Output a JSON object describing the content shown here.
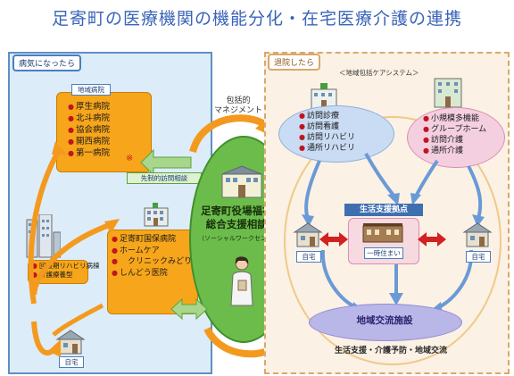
{
  "title": "足寄町の医療機関の機能分化・在宅医療介護の連携",
  "left": {
    "tag": "病気になったら",
    "hospital_group_label": "地域病院",
    "hospitals": [
      "厚生病院",
      "北斗病院",
      "協会病院",
      "開西病院",
      "第一病院"
    ],
    "asterisk": "※",
    "visit_label": "先制的訪問相談",
    "clinics": [
      "足寄町国保病院",
      "ホームケア",
      "クリニックみどり",
      "しんどう医院"
    ],
    "small_list": [
      "回復期リハビリ病棟",
      "介護療養型"
    ],
    "home_label": "自宅"
  },
  "center": {
    "management_label": "包括的\nマネジメント",
    "org_lines": [
      "足寄町役場福祉課",
      "総合支援相談室"
    ],
    "org_sub": "（ソーシャルワークセンター）"
  },
  "right": {
    "tag": "退院したら",
    "system_label": "＜地域包括ケアシステム＞",
    "home_care": [
      "訪問診療",
      "訪問看護",
      "訪問リハビリ",
      "通所リハビリ"
    ],
    "facilities": [
      "小規模多機能",
      "グループホーム",
      "訪問介護",
      "通所介護"
    ],
    "support_bar": "生活支援拠点",
    "temp_house": "一時住まい",
    "home_left": "自宅",
    "home_right": "自宅",
    "exchange": "地域交流施設",
    "bottom_line": "生活支援・介護予防・地域交流"
  }
}
